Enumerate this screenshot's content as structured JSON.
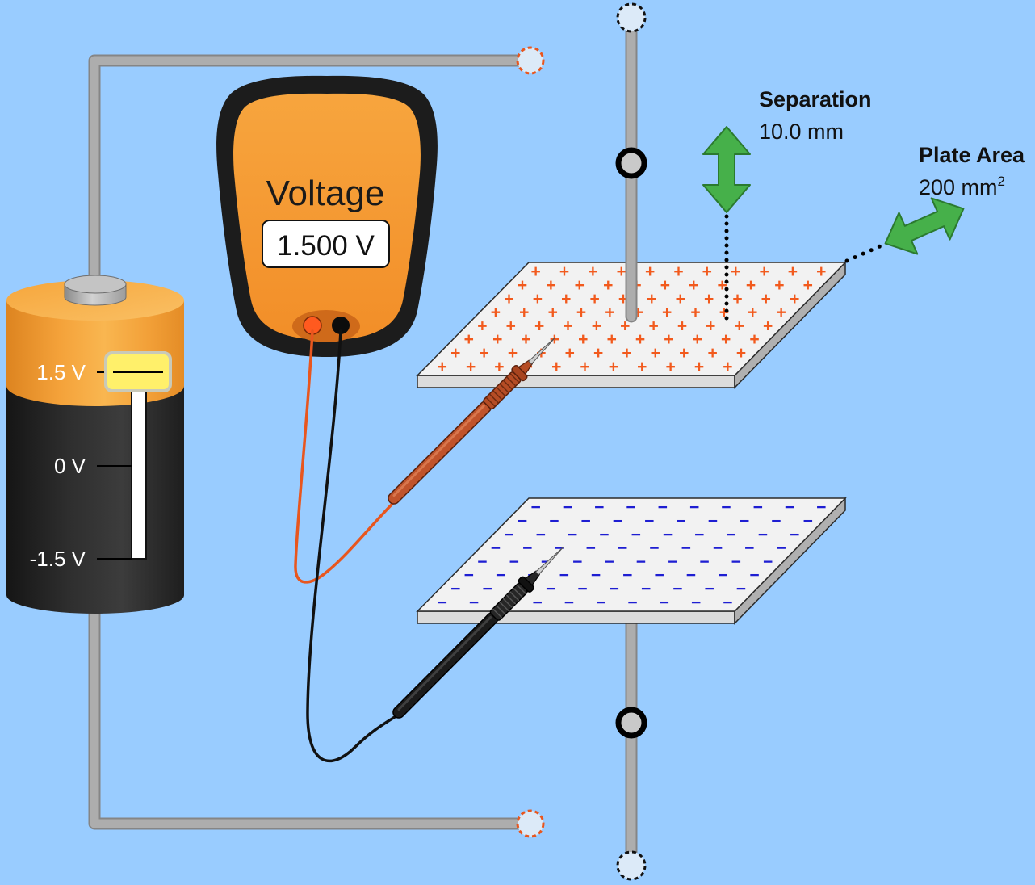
{
  "scene": {
    "colors": {
      "background": "#99CCFF",
      "positive_charge": "#F25A1D",
      "negative_charge": "#1E1ED2",
      "indicator_arrow": "#46B04A",
      "voltmeter_body": "#F5962E",
      "red_probe": "#C0532B",
      "black_probe": "#1B1B1B"
    }
  },
  "battery": {
    "voltage": 1.5,
    "range": [
      -1.5,
      1.5
    ],
    "tick_labels": {
      "max": "1.5 V",
      "zero": "0 V",
      "min": "-1.5 V"
    }
  },
  "voltmeter": {
    "title": "Voltage",
    "reading": "1.500 V"
  },
  "capacitor": {
    "top_plate_charge_symbol": "+",
    "bottom_plate_charge_symbol": "−"
  },
  "separation": {
    "label": "Separation",
    "value": "10.0 mm"
  },
  "plate_area": {
    "label": "Plate Area",
    "value": "200 mm",
    "unit_exponent": "2"
  },
  "icons": {
    "separation_handle": "double-arrow-icon",
    "plate_area_handle": "double-arrow-icon"
  }
}
